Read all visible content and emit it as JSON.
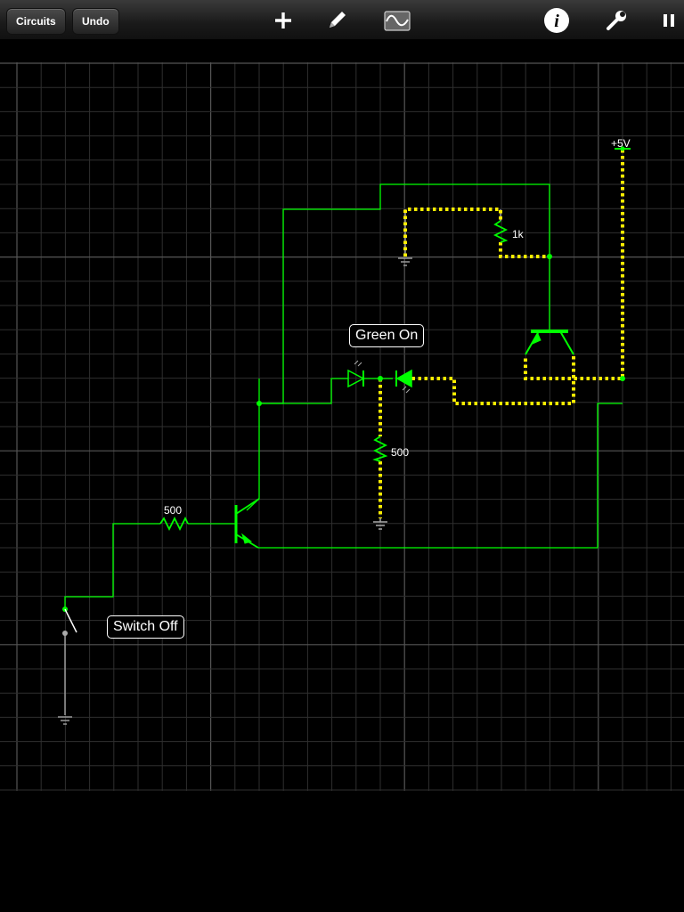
{
  "toolbar": {
    "circuits_label": "Circuits",
    "undo_label": "Undo",
    "icons": [
      "add-icon",
      "pencil-icon",
      "oscilloscope-icon",
      "info-icon",
      "wrench-icon",
      "pause-icon"
    ]
  },
  "circuit": {
    "supply_label": "+5V",
    "resistor_top_value": "1k",
    "resistor_led_value": "500",
    "resistor_base_value": "500",
    "led_label": "Green On",
    "switch_label": "Switch Off"
  },
  "colors": {
    "background": "#000000",
    "grid": "#2f2f2f",
    "grid_major": "#555555",
    "wire_active": "#00ff00",
    "current_dots": "#ffff00",
    "wire_inactive": "#9a9a9a"
  }
}
